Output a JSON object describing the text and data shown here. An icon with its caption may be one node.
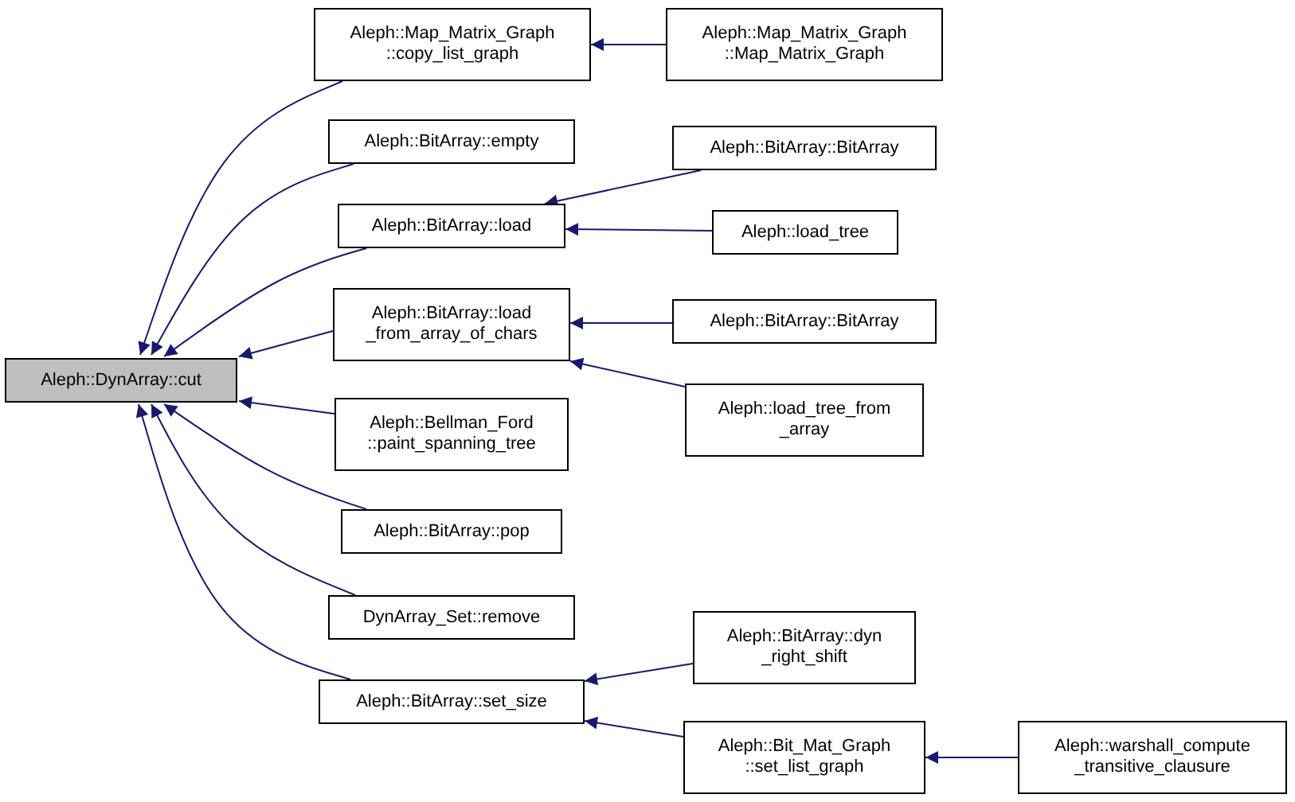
{
  "diagram": {
    "nodes": [
      {
        "text": [
          "Aleph::DynArray::cut"
        ]
      },
      {
        "text": [
          "Aleph::Map_Matrix_Graph ::copy_list_graph"
        ]
      },
      {
        "text": [
          "Aleph::BitArray::empty"
        ]
      },
      {
        "text": [
          "Aleph::BitArray::load"
        ]
      },
      {
        "text": [
          "Aleph::BitArray::load _from_array_of_chars"
        ]
      },
      {
        "text": [
          "Aleph::Bellman_Ford ::paint_spanning_tree"
        ]
      },
      {
        "text": [
          "Aleph::BitArray::pop"
        ]
      },
      {
        "text": [
          "DynArray_Set::remove"
        ]
      },
      {
        "text": [
          "Aleph::BitArray::set_size"
        ]
      },
      {
        "text": [
          "Aleph::Map_Matrix_Graph ::Map_Matrix_Graph"
        ]
      },
      {
        "text": [
          "Aleph::BitArray::BitArray"
        ]
      },
      {
        "text": [
          "Aleph::load_tree"
        ]
      },
      {
        "text": [
          "Aleph::BitArray::BitArray"
        ]
      },
      {
        "text": [
          "Aleph::load_tree_from _array"
        ]
      },
      {
        "text": [
          "Aleph::BitArray::dyn _right_shift"
        ]
      },
      {
        "text": [
          "Aleph::Bit_Mat_Graph ::set_list_graph"
        ]
      },
      {
        "text": [
          "Aleph::warshall_compute _transitive_clausure"
        ]
      }
    ],
    "edges": [
      {
        "from": 1,
        "to": 0,
        "arrow": "to"
      },
      {
        "from": 2,
        "to": 0,
        "arrow": "to"
      },
      {
        "from": 3,
        "to": 0,
        "arrow": "to"
      },
      {
        "from": 4,
        "to": 0,
        "arrow": "to"
      },
      {
        "from": 5,
        "to": 0,
        "arrow": "to"
      },
      {
        "from": 6,
        "to": 0,
        "arrow": "to"
      },
      {
        "from": 7,
        "to": 0,
        "arrow": "to"
      },
      {
        "from": 8,
        "to": 0,
        "arrow": "to"
      },
      {
        "from": 9,
        "to": 1,
        "arrow": "to"
      },
      {
        "from": 10,
        "to": 3,
        "arrow": "to"
      },
      {
        "from": 11,
        "to": 3,
        "arrow": "to"
      },
      {
        "from": 12,
        "to": 4,
        "arrow": "to"
      },
      {
        "from": 13,
        "to": 4,
        "arrow": "to"
      },
      {
        "from": 14,
        "to": 8,
        "arrow": "to"
      },
      {
        "from": 15,
        "to": 8,
        "arrow": "to"
      },
      {
        "from": 16,
        "to": 15,
        "arrow": "to"
      }
    ]
  }
}
